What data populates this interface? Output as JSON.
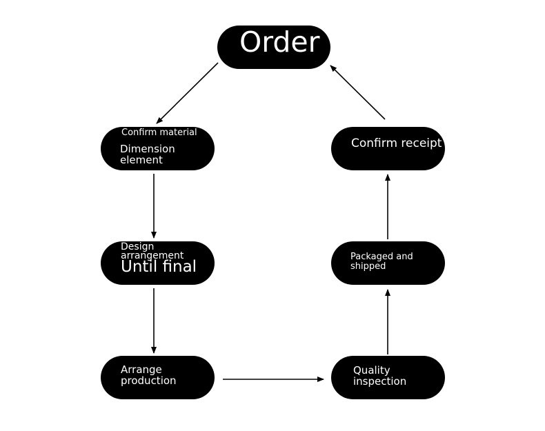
{
  "nodes": {
    "order": {
      "label": "Order"
    },
    "confirm_material": {
      "line1": "Confirm material",
      "line2": "Dimension\nelement"
    },
    "design": {
      "line1": "Design\narrangement",
      "line2": "Until final"
    },
    "arrange": {
      "label": "Arrange\nproduction"
    },
    "quality": {
      "label": "Quality\ninspection"
    },
    "packaged": {
      "label": "Packaged and\nshipped"
    },
    "confirm_receipt": {
      "label": "Confirm receipt"
    }
  },
  "colors": {
    "node_fill": "#000000",
    "node_text": "#ffffff",
    "arrow": "#000000"
  }
}
